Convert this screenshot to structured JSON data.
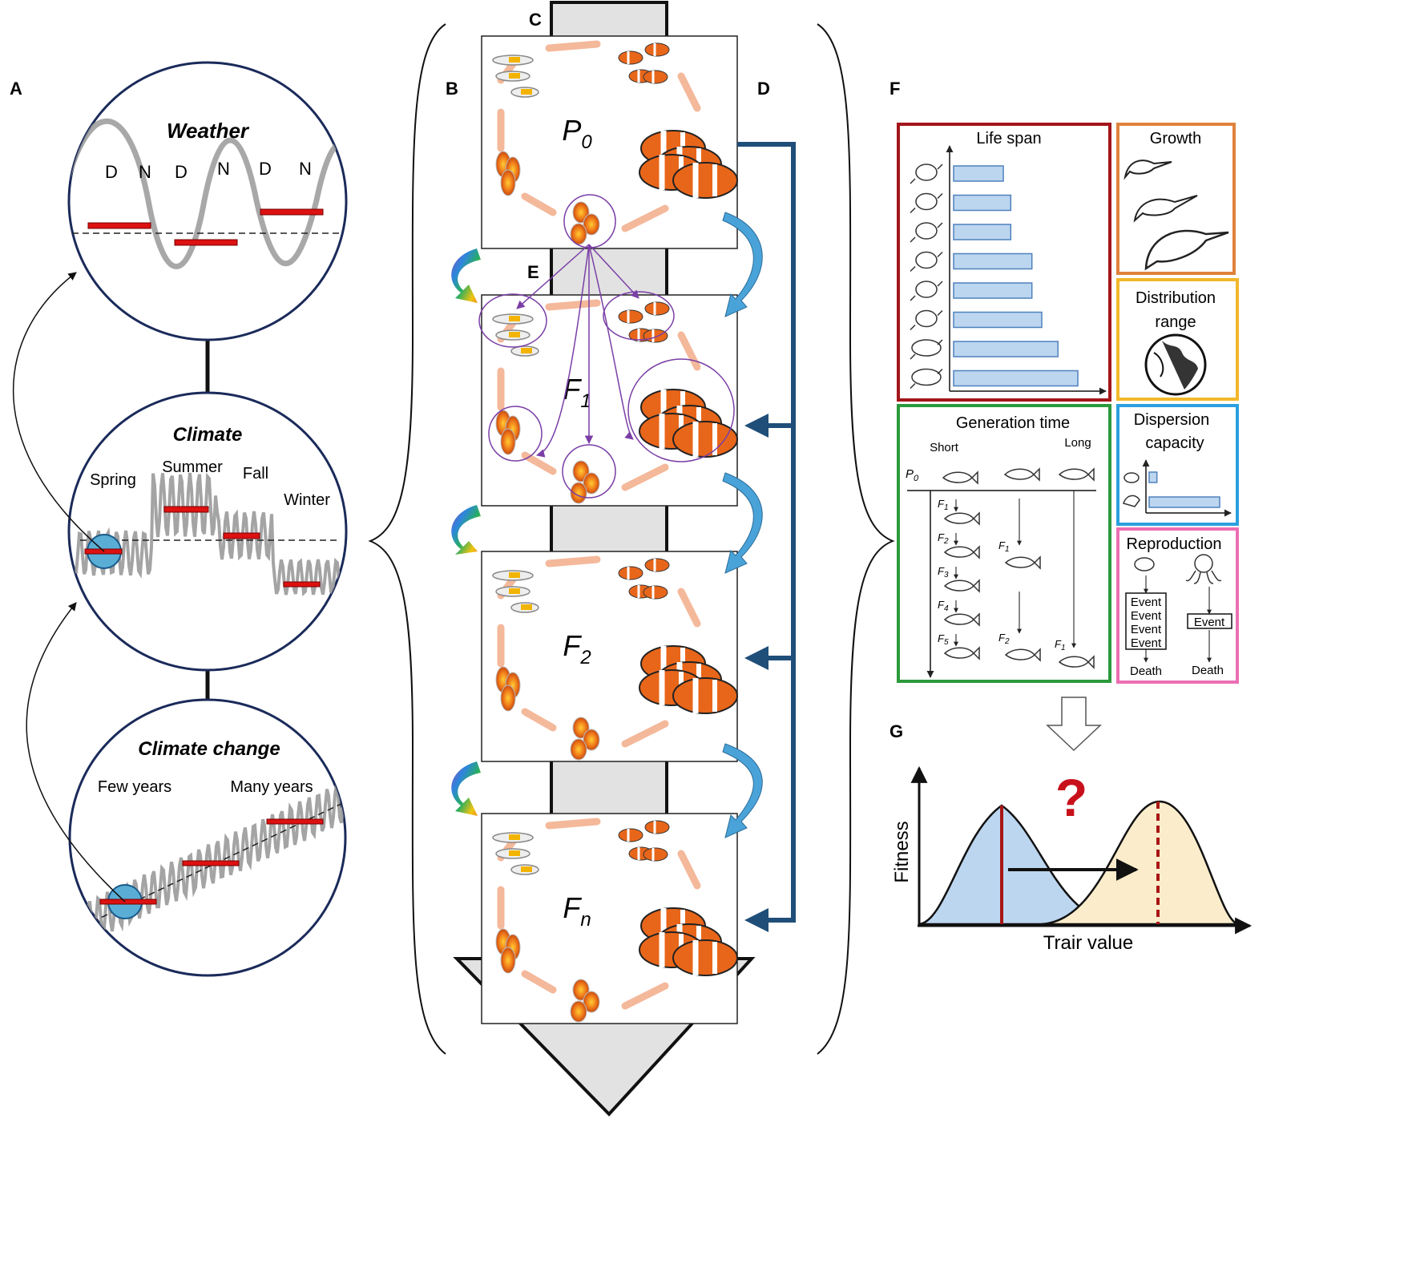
{
  "panel_letters": {
    "a": "A",
    "b": "B",
    "c": "C",
    "d": "D",
    "e": "E",
    "f": "F",
    "g": "G"
  },
  "panel_a": {
    "weather": {
      "title": "Weather",
      "day_night": [
        "D",
        "N",
        "D",
        "N",
        "D",
        "N"
      ]
    },
    "climate": {
      "title": "Climate",
      "seasons": [
        "Spring",
        "Summer",
        "Fall",
        "Winter"
      ]
    },
    "climate_change": {
      "title": "Climate change",
      "labels": [
        "Few years",
        "Many years"
      ]
    }
  },
  "generations": [
    {
      "main": "P",
      "sub": "0"
    },
    {
      "main": "F",
      "sub": "1"
    },
    {
      "main": "F",
      "sub": "2"
    },
    {
      "main": "F",
      "sub": "n"
    }
  ],
  "panel_f": {
    "life_span": {
      "title": "Life span",
      "organisms": [
        "seahorse-icon",
        "octopus-icon",
        "clownfish-icon",
        "fish-icon",
        "crab-icon",
        "shell-icon",
        "dolphin-icon",
        "whale-icon"
      ],
      "relative_bars": [
        0.4,
        0.46,
        0.46,
        0.63,
        0.63,
        0.71,
        0.84,
        1.0
      ]
    },
    "growth": {
      "title": "Growth"
    },
    "distribution": {
      "title_line1": "Distribution",
      "title_line2": "range"
    },
    "generation_time": {
      "title": "Generation time",
      "short": "Short",
      "long": "Long",
      "p0": "P",
      "p0_sub": "0",
      "short_gens": [
        {
          "m": "F",
          "s": "1"
        },
        {
          "m": "F",
          "s": "2"
        },
        {
          "m": "F",
          "s": "3"
        },
        {
          "m": "F",
          "s": "4"
        },
        {
          "m": "F",
          "s": "5"
        }
      ],
      "mid_gens": [
        {
          "m": "F",
          "s": "1"
        },
        {
          "m": "F",
          "s": "2"
        }
      ],
      "long_gens": [
        {
          "m": "F",
          "s": "1"
        }
      ]
    },
    "dispersion": {
      "title_line1": "Dispersion",
      "title_line2": "capacity",
      "relative_bars": [
        0.11,
        1.0
      ]
    },
    "reproduction": {
      "title": "Reproduction",
      "left_events": [
        "Event",
        "Event",
        "Event",
        "Event"
      ],
      "right_events": [
        "Event"
      ],
      "death": "Death"
    }
  },
  "panel_g": {
    "ylabel": "Fitness",
    "xlabel": "Trair value",
    "question": "?"
  },
  "colors": {
    "red_box": "#a4161a",
    "orange_box": "#e0823b",
    "yellow_box": "#f2b82b",
    "green_box": "#2b9a3c",
    "blue_box": "#2aa0de",
    "pink_box": "#ec6fb4",
    "bar_fill": "#bcd6f0",
    "bar_stroke": "#4f81bd",
    "navy": "#1f4e79",
    "arrow_blue": "#4aa3d8",
    "salmon": "#f4b89a",
    "purple": "#7a3fa6",
    "dark_red": "#a81616"
  }
}
